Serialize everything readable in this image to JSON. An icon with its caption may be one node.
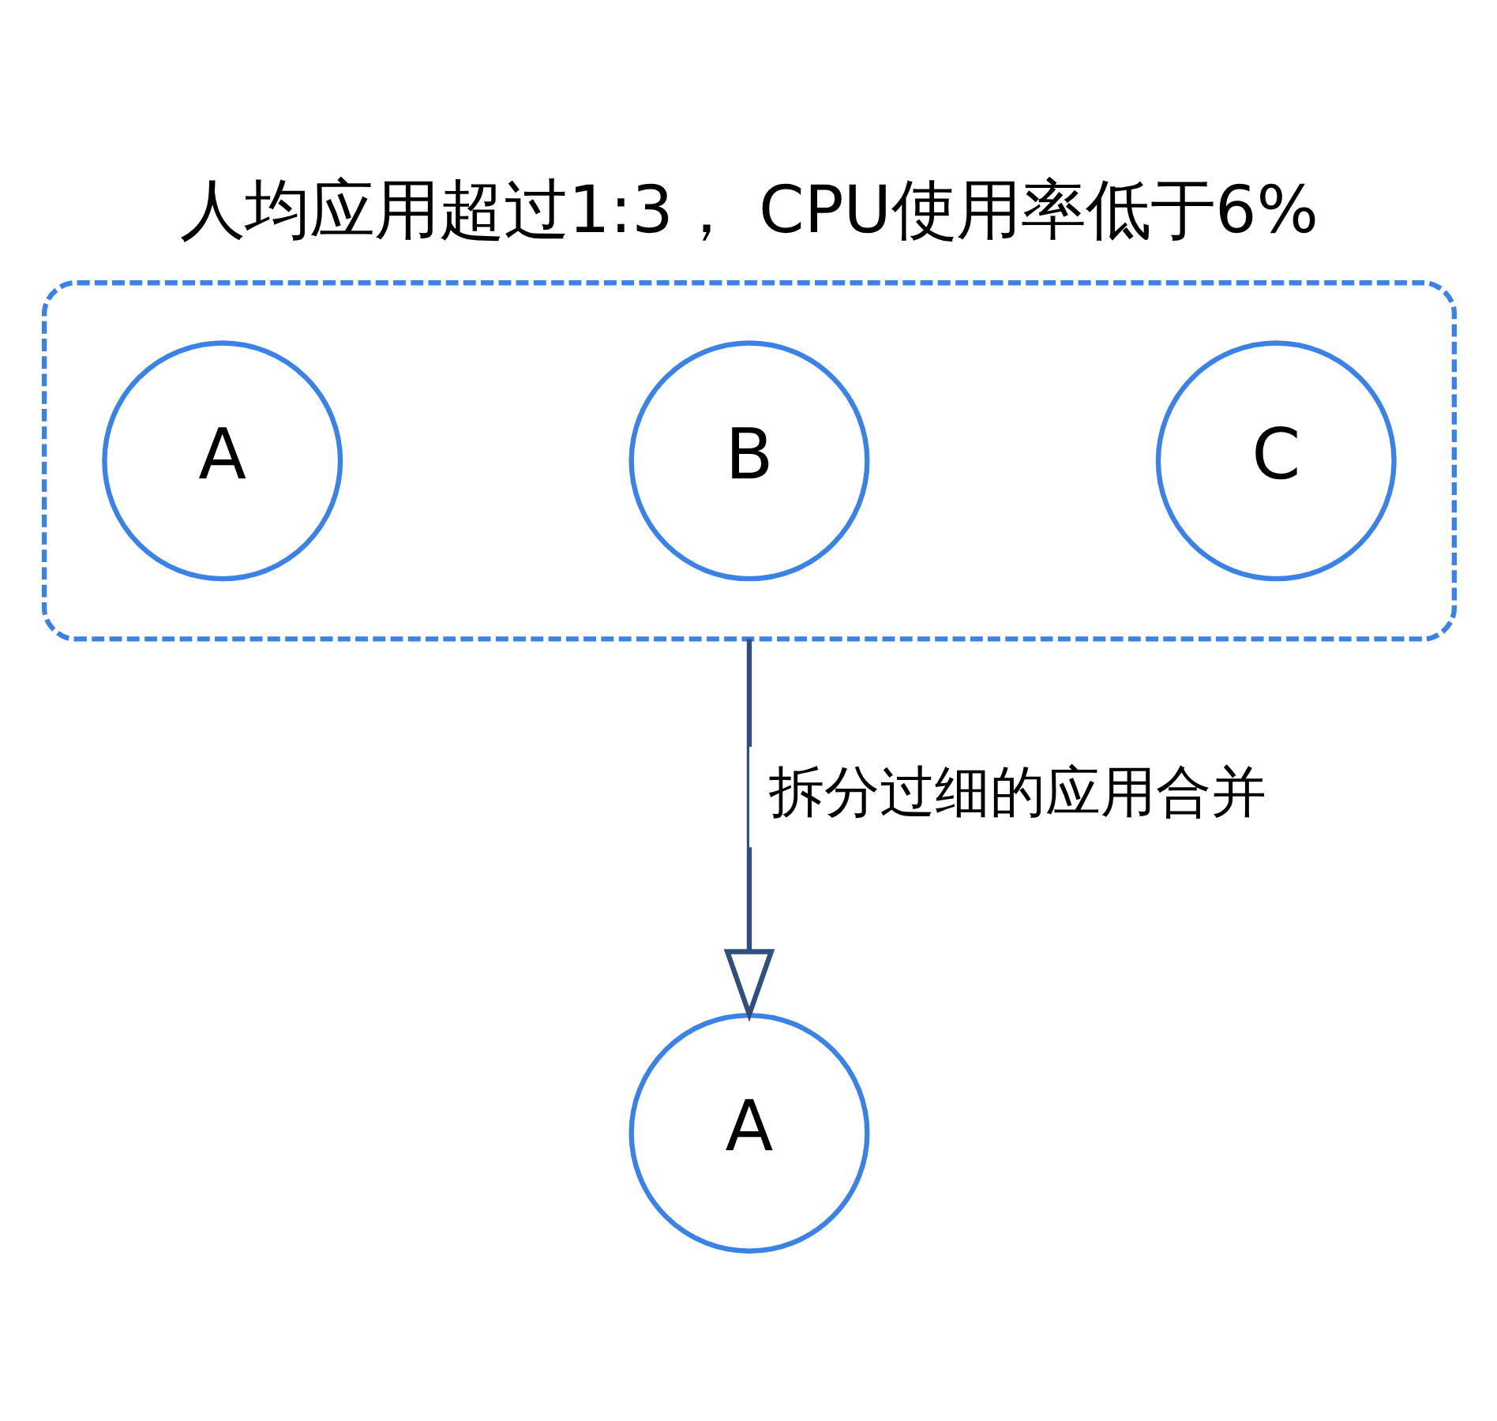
{
  "diagram": {
    "title": "人均应用超过1:3， CPU使用率低于6%",
    "nodes": [
      {
        "text": [],
        "shape": "box"
      },
      {
        "text": [
          "A"
        ],
        "in": 0
      },
      {
        "text": [
          "B"
        ],
        "in": 0
      },
      {
        "text": [
          "C"
        ],
        "in": 0
      },
      {
        "text": [
          "A"
        ]
      }
    ],
    "edges": [
      {
        "from": 0,
        "to": 4,
        "arrow": "to",
        "label": "拆分过细的应用合并"
      }
    ]
  }
}
